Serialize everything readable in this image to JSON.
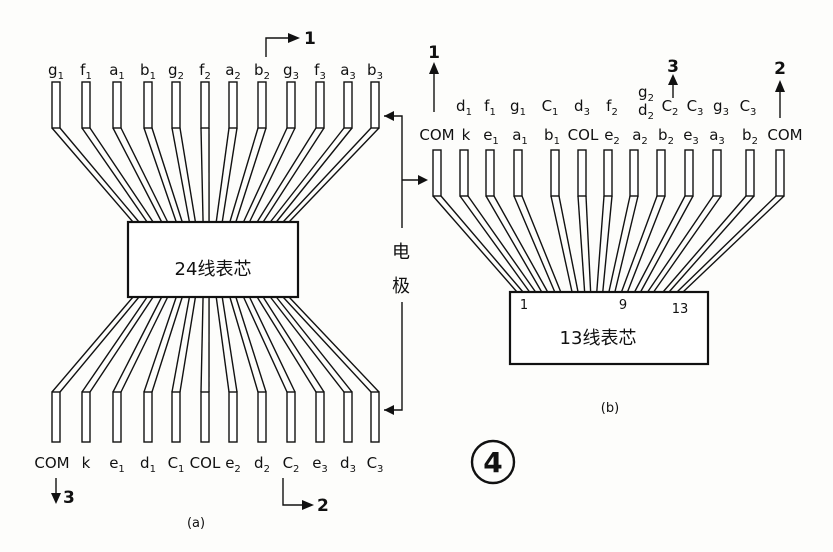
{
  "figure_number": "4",
  "panel_a": {
    "caption": "(a)",
    "chip_label": "24线表芯",
    "top_labels": [
      "g1",
      "f1",
      "a1",
      "b1",
      "g2",
      "f2",
      "a2",
      "b2",
      "g3",
      "f3",
      "a3",
      "b3"
    ],
    "bottom_labels": [
      "COM",
      "k",
      "e1",
      "d1",
      "C1",
      "COL",
      "e2",
      "d2",
      "C2",
      "e3",
      "d3",
      "C3"
    ],
    "arrow_top": "1",
    "arrow_bottom_left": "3",
    "arrow_bottom_right": "2"
  },
  "electrode_label": "电极",
  "panel_b": {
    "caption": "(b)",
    "chip_label": "13线表芯",
    "pin_numbers": [
      "1",
      "9",
      "13"
    ],
    "upper_labels": [
      "d1",
      "f1",
      "g1",
      "C1",
      "d3",
      "f2",
      "g2/d2",
      "C2",
      "C3",
      "g3",
      "C3"
    ],
    "lower_labels": [
      "COM",
      "k",
      "e1",
      "a1",
      "b1",
      "COL",
      "e2",
      "a2",
      "b2",
      "e3",
      "a3",
      "b2",
      "COM"
    ],
    "arrow_left": "1",
    "arrow_mid": "3",
    "arrow_right": "2"
  }
}
